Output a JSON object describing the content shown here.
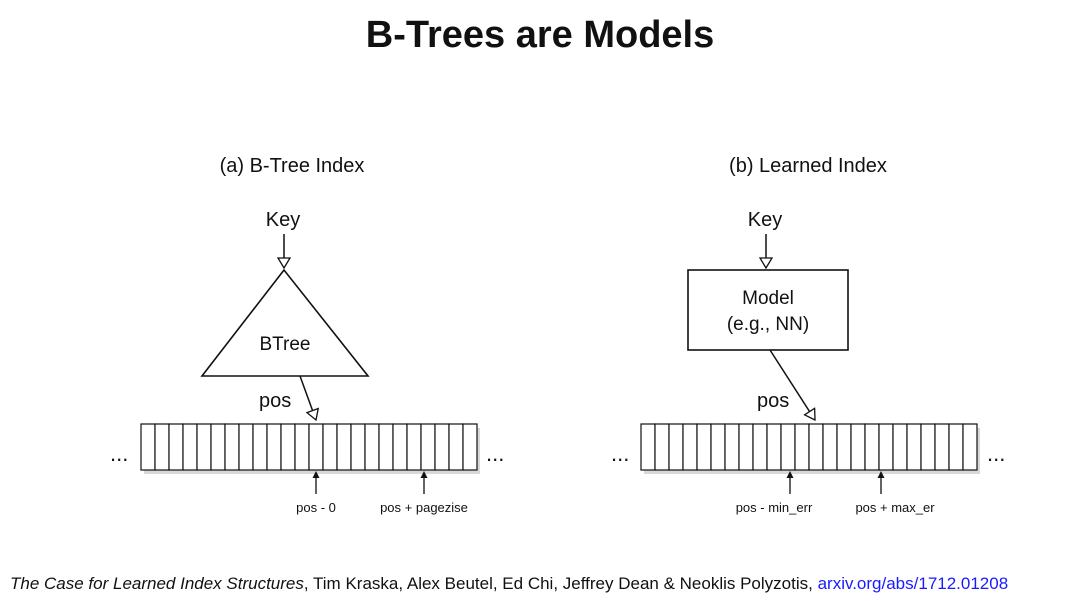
{
  "slide": {
    "title": "B-Trees are Models"
  },
  "panel_a": {
    "caption": "(a) B-Tree Index",
    "key_label": "Key",
    "node_label": "BTree",
    "pos_label": "pos",
    "ellipsis_left": "...",
    "ellipsis_right": "...",
    "marker_left_label": "pos - 0",
    "marker_right_label": "pos + pagezise"
  },
  "panel_b": {
    "caption": "(b) Learned Index",
    "key_label": "Key",
    "node_label_line1": "Model",
    "node_label_line2": "(e.g., NN)",
    "pos_label": "pos",
    "ellipsis_left": "...",
    "ellipsis_right": "...",
    "marker_left_label": "pos - min_err",
    "marker_right_label": "pos + max_er"
  },
  "citation": {
    "paper_title": "The Case for Learned Index Structures",
    "authors": ", Tim Kraska, Alex Beutel, Ed Chi, Jeffrey Dean & Neoklis Polyzotis, ",
    "link_text": "arxiv.org/abs/1712.01208"
  },
  "colors": {
    "link": "#1a1aff",
    "stroke": "#111111"
  }
}
